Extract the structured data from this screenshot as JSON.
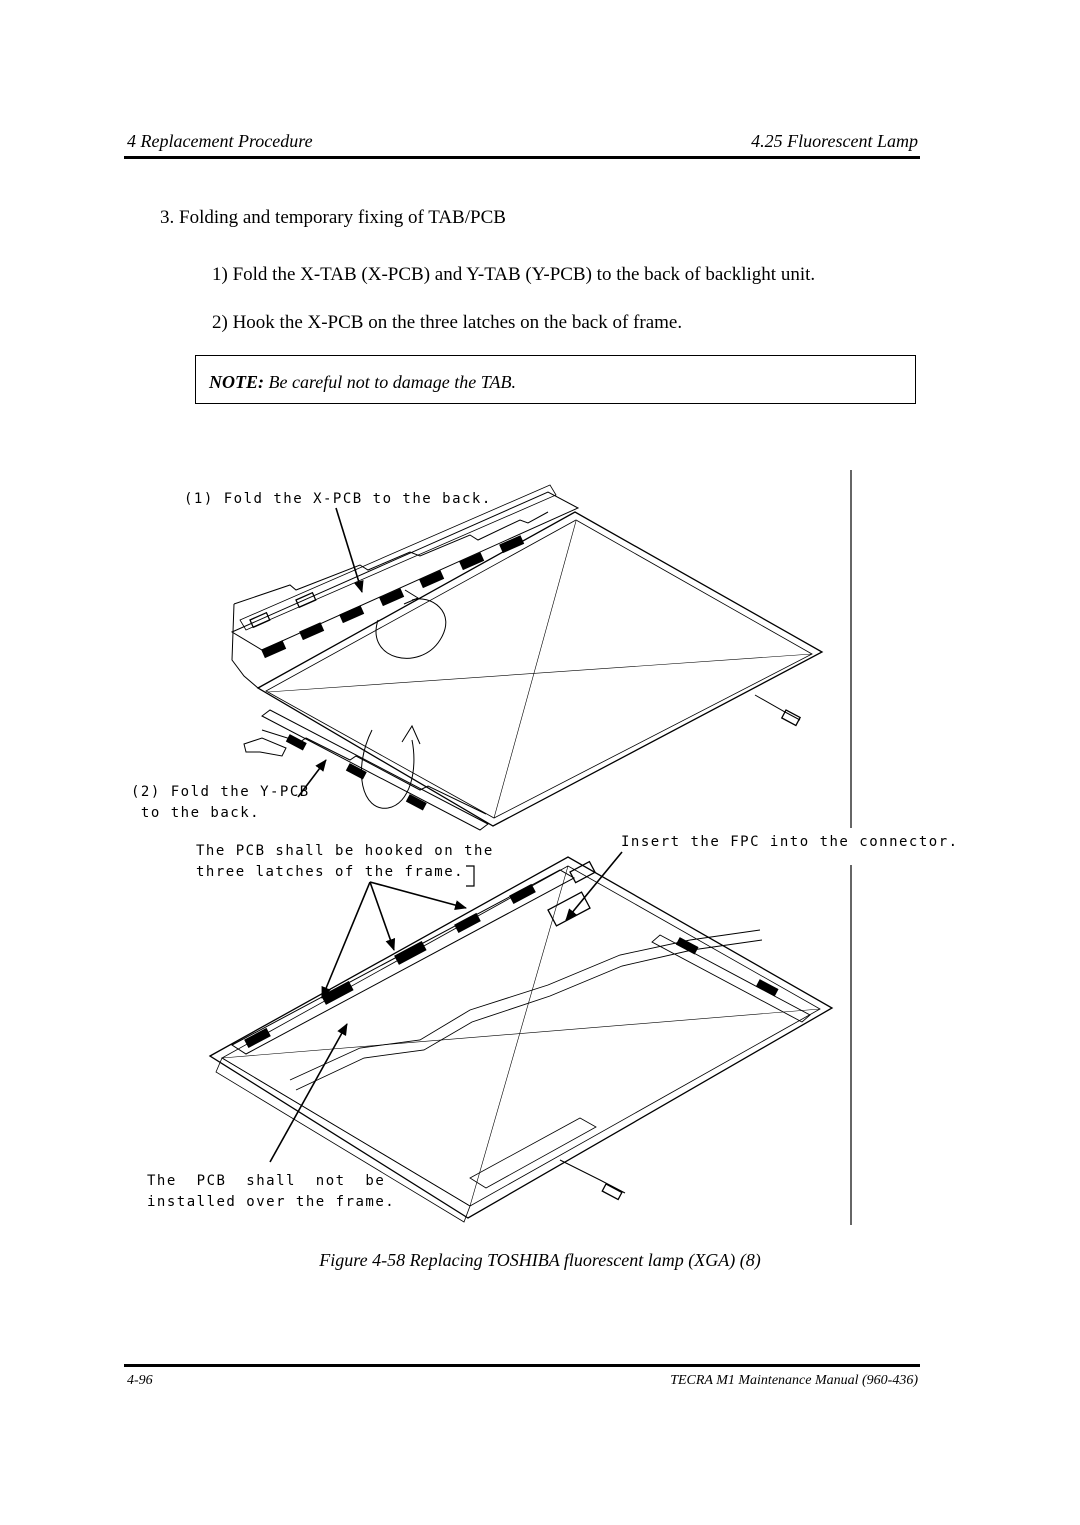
{
  "header": {
    "left": "4 Replacement Procedure",
    "right": "4.25 Fluorescent Lamp"
  },
  "steps": {
    "step3": "3.  Folding and temporary fixing of TAB/PCB",
    "sub1": "1)  Fold the X-TAB (X-PCB) and Y-TAB (Y-PCB) to the back of backlight unit.",
    "sub2": "2)  Hook the X-PCB on the three latches on the back of frame."
  },
  "note": {
    "label": "NOTE:",
    "text": " Be careful not to damage the TAB."
  },
  "diagram": {
    "label_fold_x": "(1) Fold the X-PCB to the back.",
    "label_fold_y_line1": "(2) Fold the Y-PCB",
    "label_fold_y_line2": " to the back.",
    "label_hooked": "The PCB shall be hooked on the\nthree latches of the frame.",
    "label_fpc": "Insert the FPC into the connector.",
    "label_not_over": "The  PCB  shall  not  be\ninstalled over the frame."
  },
  "caption": "Figure 4-58  Replacing TOSHIBA fluorescent lamp (XGA) (8)",
  "footer": {
    "left": "4-96",
    "right": "TECRA M1  Maintenance Manual (960-436)"
  }
}
